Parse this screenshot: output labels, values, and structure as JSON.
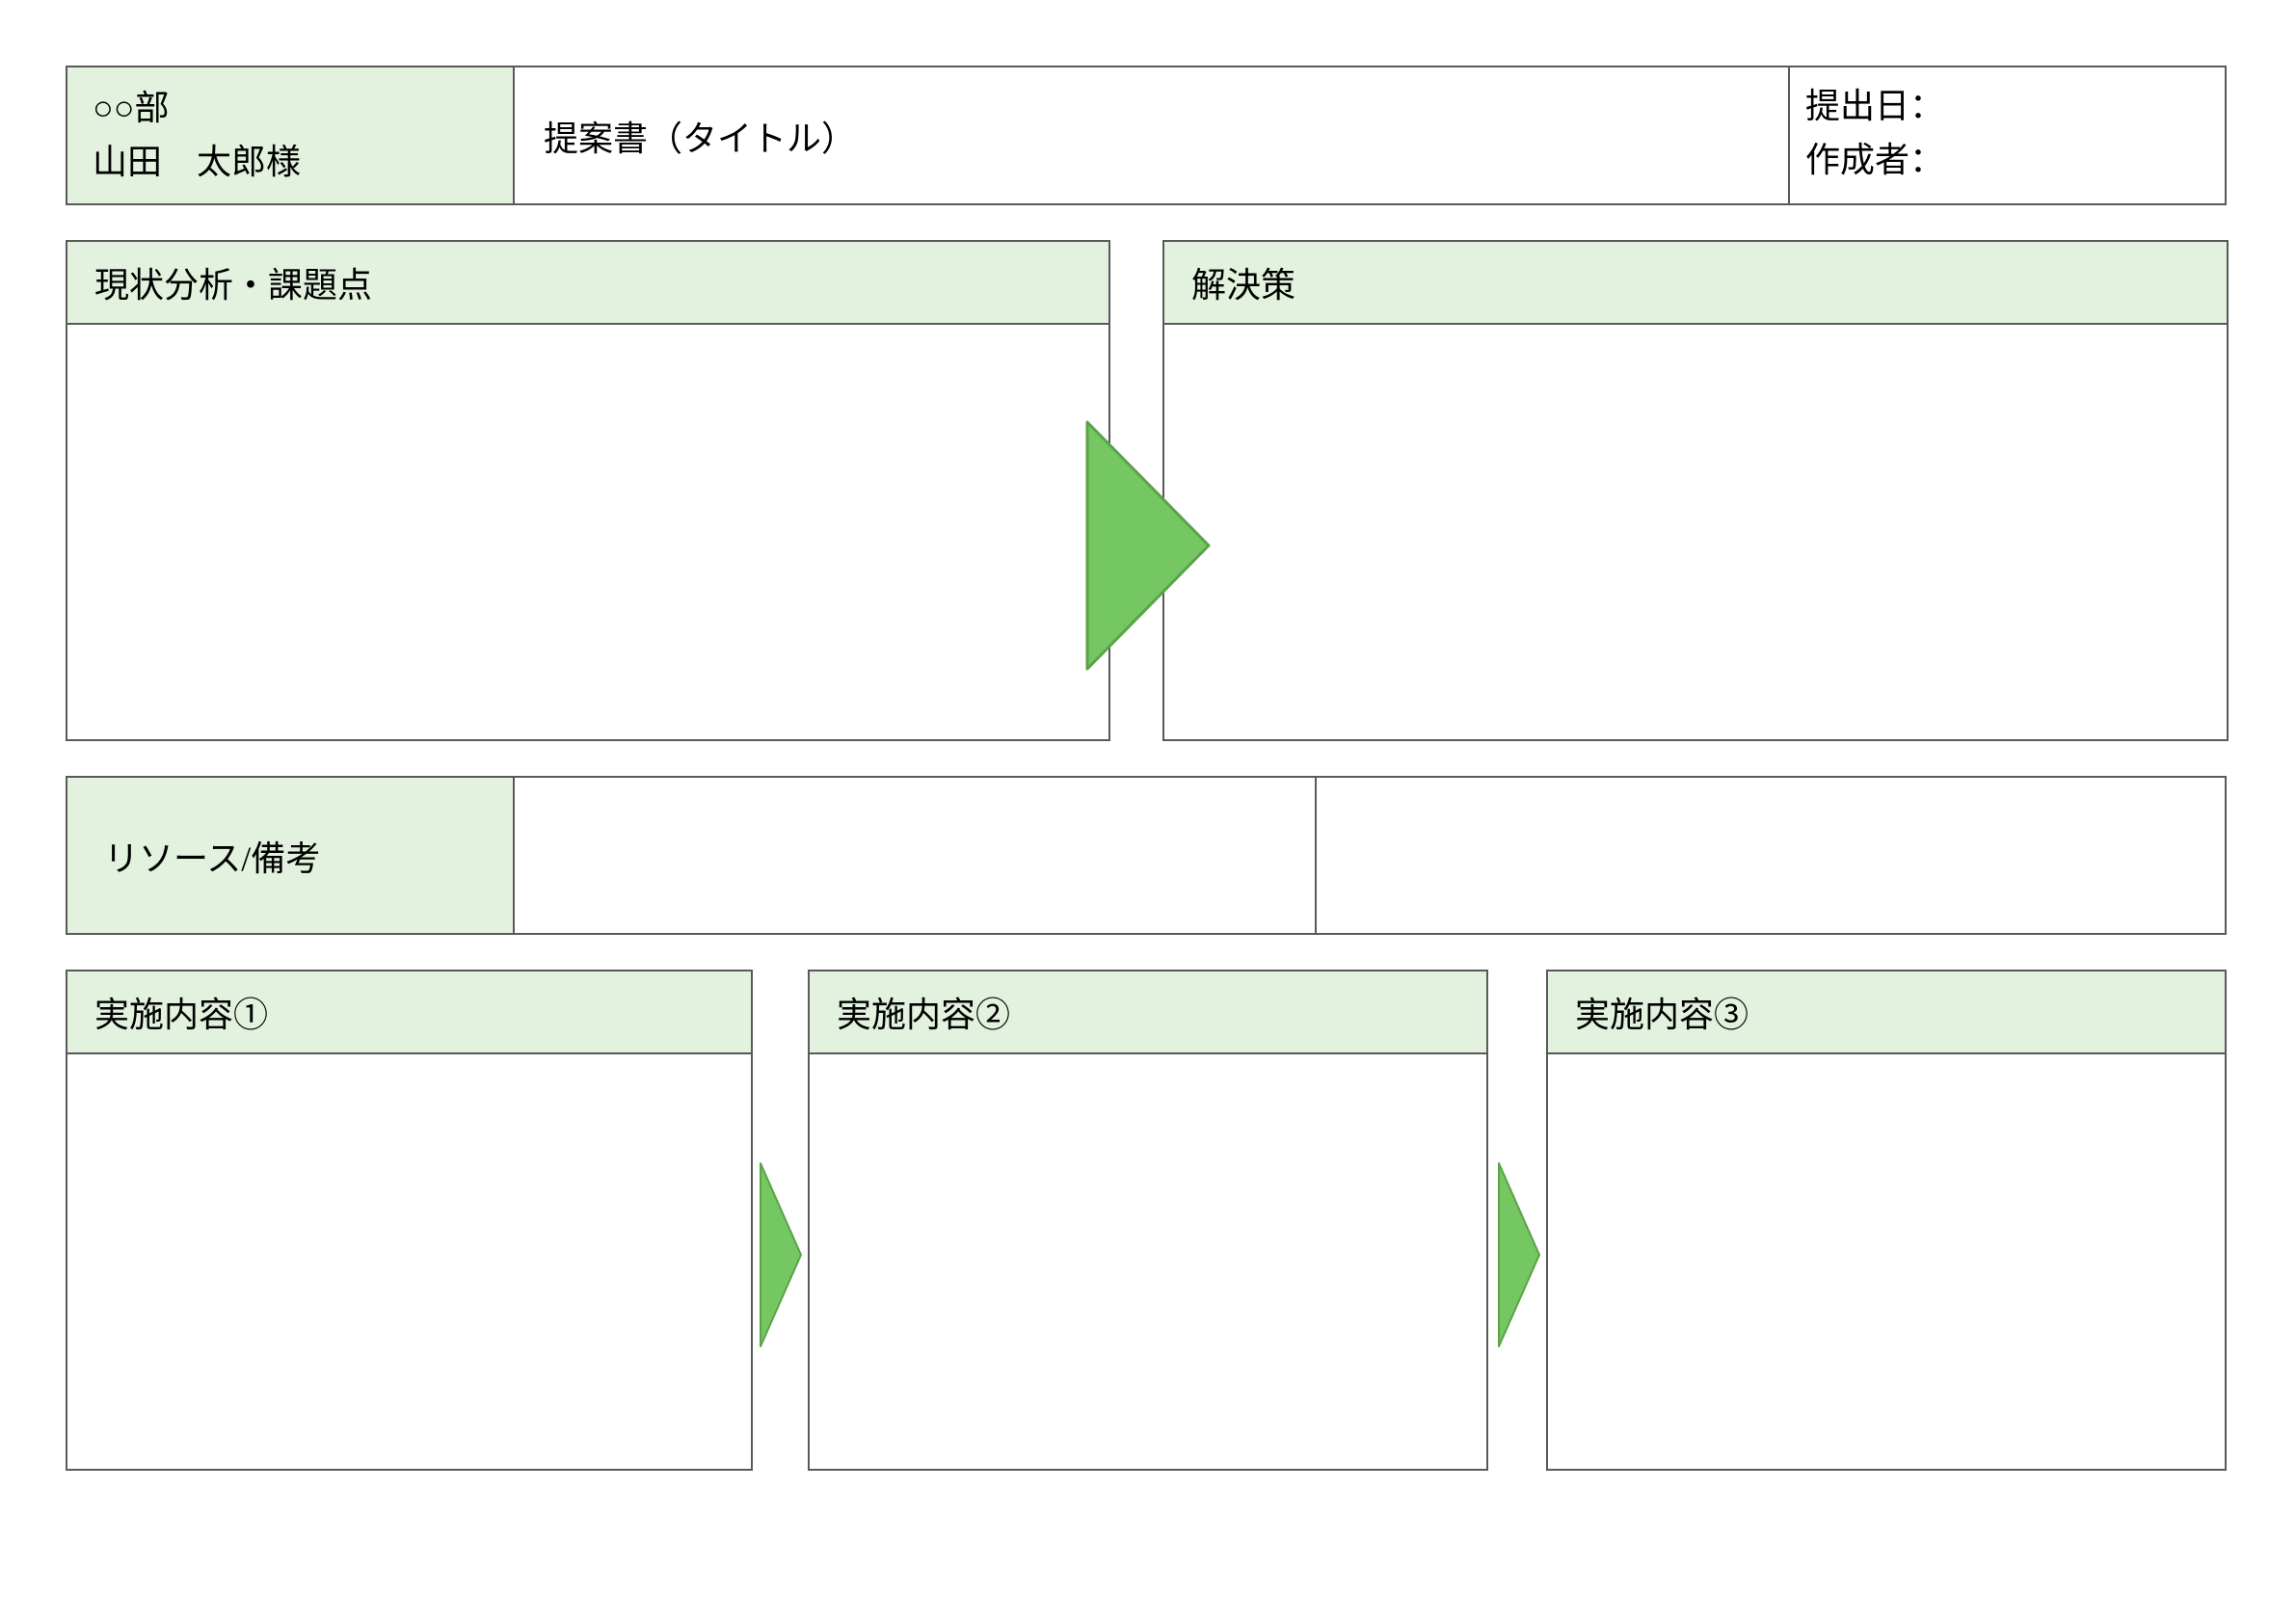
{
  "colors": {
    "panel_header_fill": "#e2f2de",
    "arrow_fill": "#74c761",
    "arrow_stroke": "#5ba249",
    "border": "#595959"
  },
  "header": {
    "department": "○○部",
    "recipient": "山田　太郎様",
    "title": "提案書（タイトル）",
    "submit_date_label": "提出日：",
    "author_label": "作成者："
  },
  "sections": {
    "analysis": {
      "title": "現状分析・課題点"
    },
    "solution": {
      "title": "解決策"
    },
    "resources": {
      "label": "リソース/備考"
    },
    "actions": [
      {
        "title": "実施内容①"
      },
      {
        "title": "実施内容②"
      },
      {
        "title": "実施内容③"
      }
    ]
  }
}
